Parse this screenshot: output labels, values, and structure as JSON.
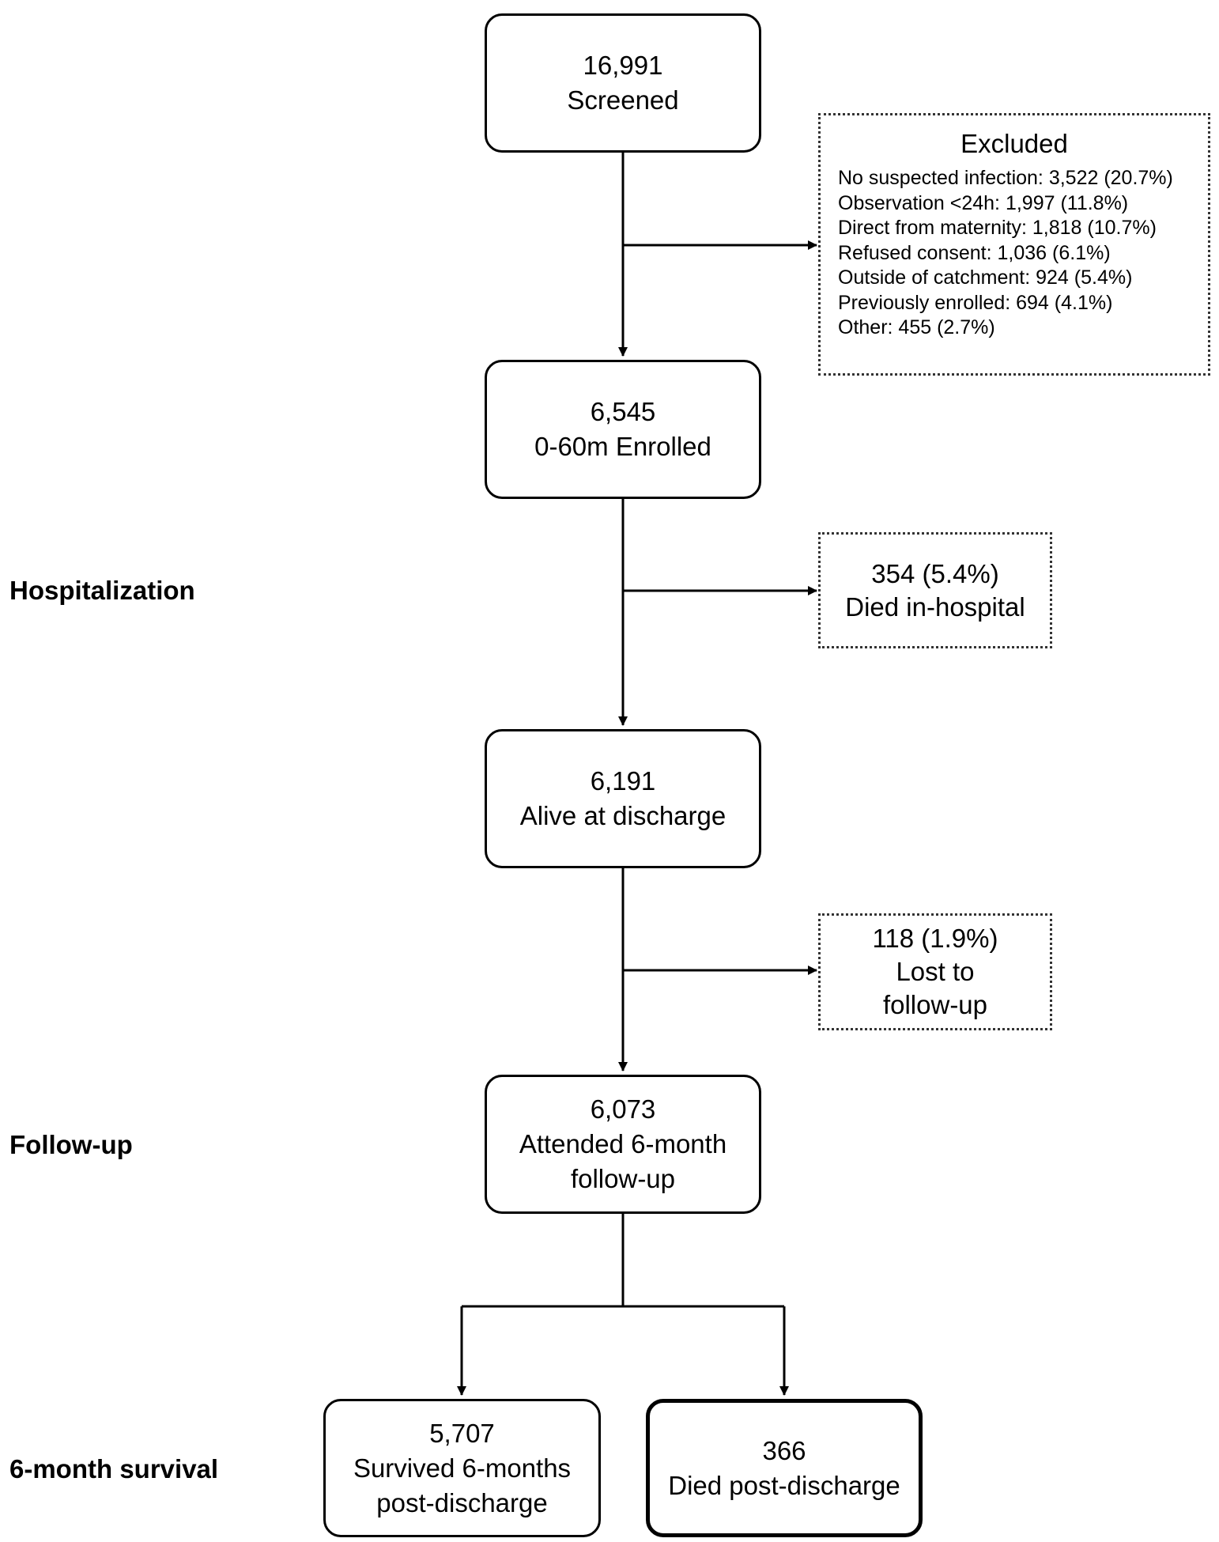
{
  "nodes": {
    "screened": {
      "count": "16,991",
      "label": "Screened"
    },
    "excluded": {
      "title": "Excluded",
      "items": [
        "No suspected infection: 3,522 (20.7%)",
        "Observation <24h: 1,997 (11.8%)",
        "Direct from maternity: 1,818 (10.7%)",
        "Refused consent: 1,036 (6.1%)",
        "Outside of catchment: 924 (5.4%)",
        "Previously enrolled: 694 (4.1%)",
        "Other: 455 (2.7%)"
      ]
    },
    "enrolled": {
      "count": "6,545",
      "label": "0-60m Enrolled"
    },
    "died_in_hospital": {
      "count": "354 (5.4%)",
      "label": "Died in-hospital"
    },
    "alive_discharge": {
      "count": "6,191",
      "label": "Alive at discharge"
    },
    "lost_followup": {
      "count": "118 (1.9%)",
      "line1": "Lost to",
      "line2": "follow-up"
    },
    "attended_followup": {
      "count": "6,073",
      "line1": "Attended 6-month",
      "line2": "follow-up"
    },
    "survived": {
      "count": "5,707",
      "line1": "Survived 6-months",
      "line2": "post-discharge"
    },
    "died_post_discharge": {
      "count": "366",
      "label": "Died post-discharge"
    }
  },
  "stages": {
    "hospitalization": "Hospitalization",
    "follow_up": "Follow-up",
    "survival": "6-month survival"
  },
  "colors": {
    "line": "#000000",
    "dotted_border": "#333333",
    "background": "#ffffff"
  }
}
